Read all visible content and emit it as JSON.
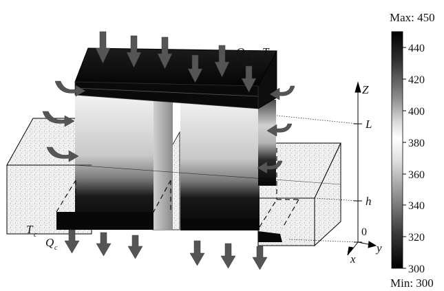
{
  "diagram": {
    "labels": {
      "heat_in": "Q",
      "heat_in_sub": "h",
      "temp_hot": "T",
      "temp_hot_sub": "h",
      "temp_cold": "T",
      "temp_cold_sub": "c",
      "heat_out": "Q",
      "heat_out_sub": "c"
    },
    "axes": {
      "z": "Z",
      "x": "x",
      "y": "y",
      "mark_L": "L",
      "mark_h": "h",
      "mark_0": "0"
    }
  },
  "colorbar": {
    "max_label": "Max: 450",
    "min_label": "Min: 300",
    "ticks": [
      "440",
      "420",
      "400",
      "380",
      "360",
      "340",
      "320",
      "300"
    ]
  },
  "colors": {
    "arrow": "#555555",
    "dark": "#0a0a0a",
    "outline": "#000000"
  }
}
